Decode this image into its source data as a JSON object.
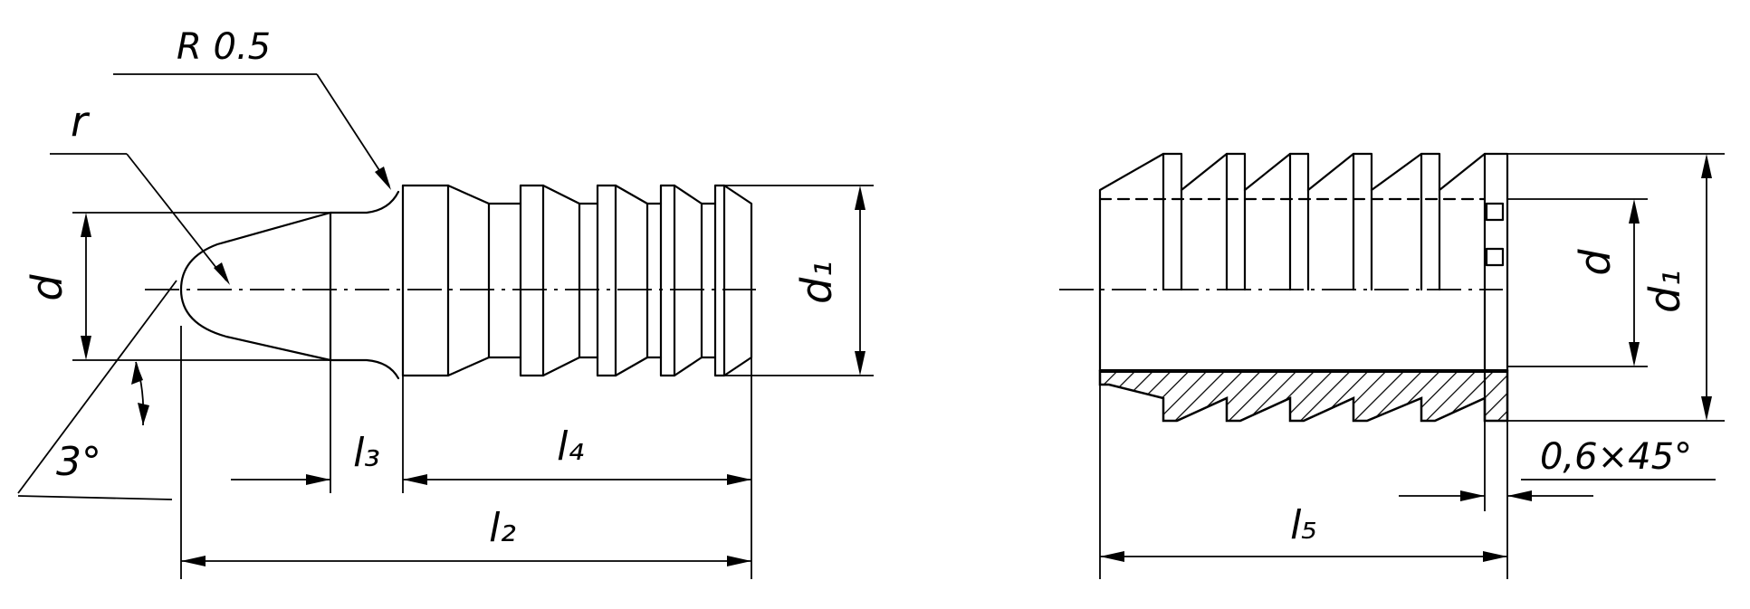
{
  "left_view": {
    "radius_label": "R 0.5",
    "r_label": "r",
    "d_label": "d",
    "d1_label": "d₁",
    "angle_label": "3°",
    "l3_label": "l₃",
    "l4_label": "l₄",
    "l2_label": "l₂"
  },
  "right_view": {
    "d_label": "d",
    "d1_label": "d₁",
    "chamfer_label": "0,6×45°",
    "l5_label": "l₅"
  },
  "colors": {
    "ink": "#000000",
    "paper": "#ffffff"
  }
}
